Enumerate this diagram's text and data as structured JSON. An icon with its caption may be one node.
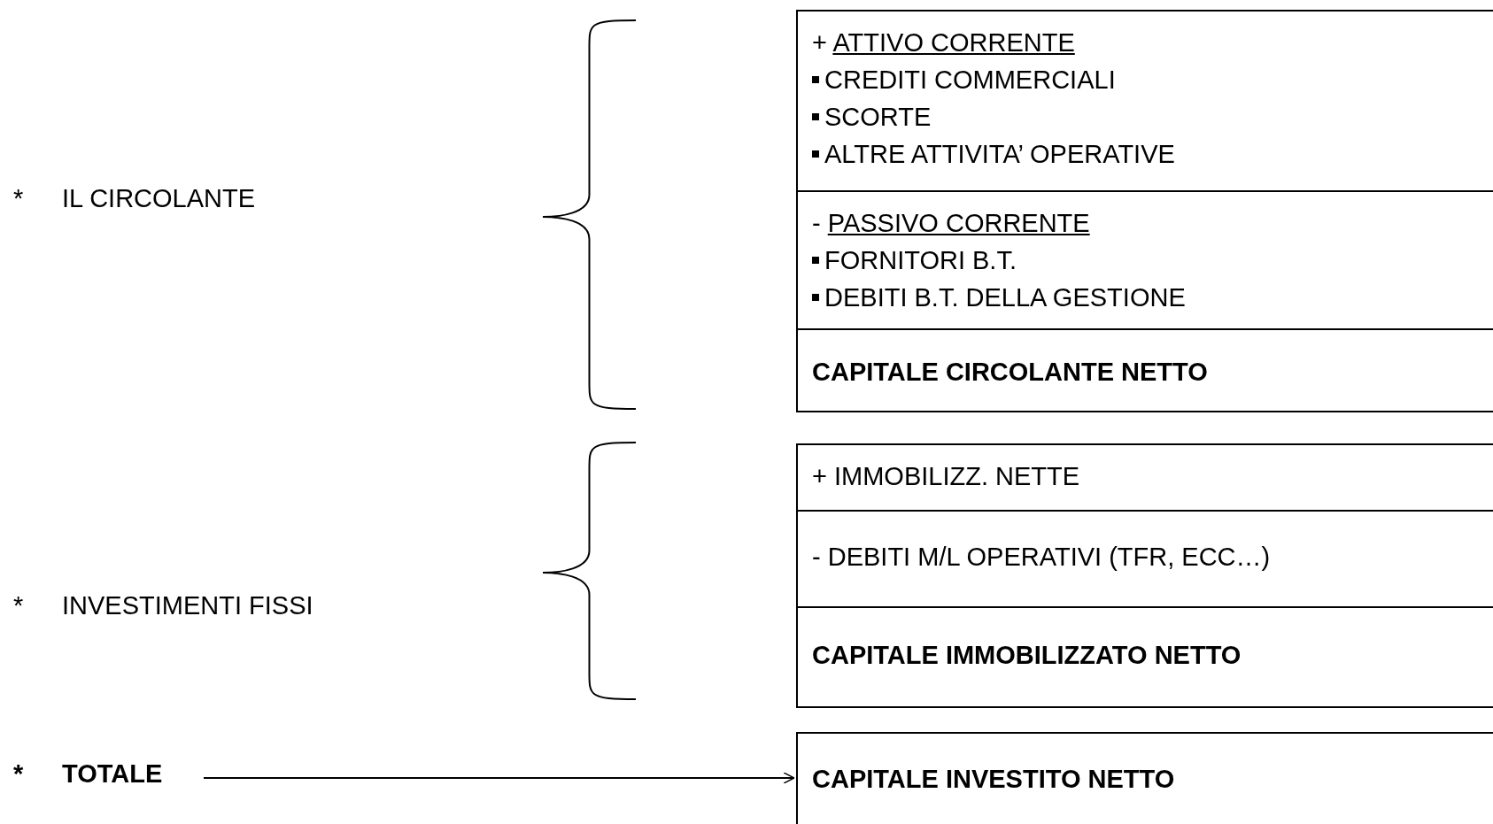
{
  "diagram": {
    "nodes": [
      {
        "text": [
          "*",
          "IL CIRCOLANTE"
        ]
      },
      {
        "text": [
          "*",
          "INVESTIMENTI FISSI"
        ]
      },
      {
        "text": [
          "*",
          "TOTALE"
        ]
      },
      {
        "text": [],
        "shape": "box"
      },
      {
        "text": [
          "+",
          "ATTIVO CORRENTE",
          "CREDITI COMMERCIALI",
          "SCORTE",
          "ALTRE ATTIVITA’ OPERATIVE"
        ],
        "in": 3
      },
      {
        "text": [
          "-",
          "PASSIVO CORRENTE",
          "FORNITORI B.T.",
          "DEBITI B.T. DELLA GESTIONE"
        ],
        "in": 3
      },
      {
        "text": [
          "CAPITALE CIRCOLANTE NETTO"
        ],
        "in": 3
      },
      {
        "text": [],
        "shape": "box"
      },
      {
        "text": [
          "+ IMMOBILIZZ. NETTE"
        ],
        "in": 7
      },
      {
        "text": [
          "- DEBITI M/L OPERATIVI (TFR, ECC…)"
        ],
        "in": 7
      },
      {
        "text": [
          "CAPITALE IMMOBILIZZATO NETTO"
        ],
        "in": 7
      },
      {
        "text": [
          "CAPITALE INVESTITO NETTO"
        ]
      }
    ],
    "edges": [
      {
        "from": 2,
        "to": 11,
        "arrow": "to"
      }
    ]
  }
}
